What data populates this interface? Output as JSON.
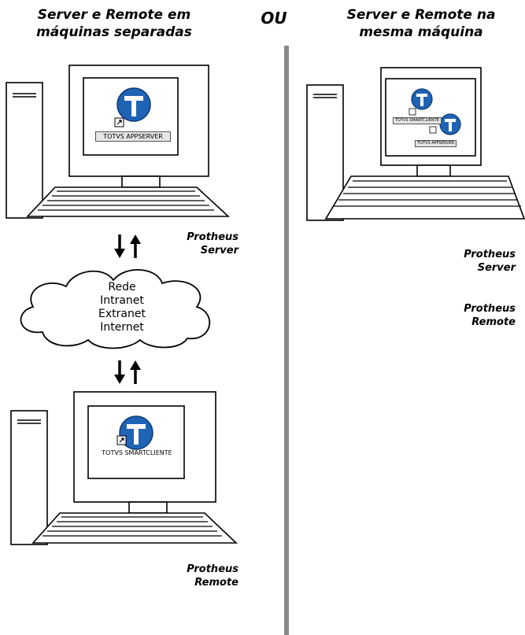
{
  "left_title": [
    "Server e Remote em",
    "máquinas separadas"
  ],
  "separator": "OU",
  "right_title": [
    "Server e Remote  na",
    "mesma máquina"
  ],
  "left_server": {
    "icon_label": "TOTVS APPSERVER",
    "role": [
      "Protheus",
      "Server"
    ]
  },
  "network": {
    "lines": [
      "Rede",
      "Intranet",
      "Extranet",
      "Internet"
    ]
  },
  "left_client": {
    "icon_label": "TOTVS SMARTCLIENTE",
    "role": [
      "Protheus",
      "Remote"
    ]
  },
  "right_machine": {
    "icon_label_client": "TOTVS SMARTCLIENTE",
    "icon_label_server": "TOTVS APPSERVER",
    "roles": [
      [
        "Protheus",
        "Server"
      ],
      [
        "Protheus",
        "Remote"
      ]
    ]
  },
  "colors": {
    "divider": "#8a8a8a",
    "icon_blue": "#1f63b5",
    "outline": "#000000"
  }
}
